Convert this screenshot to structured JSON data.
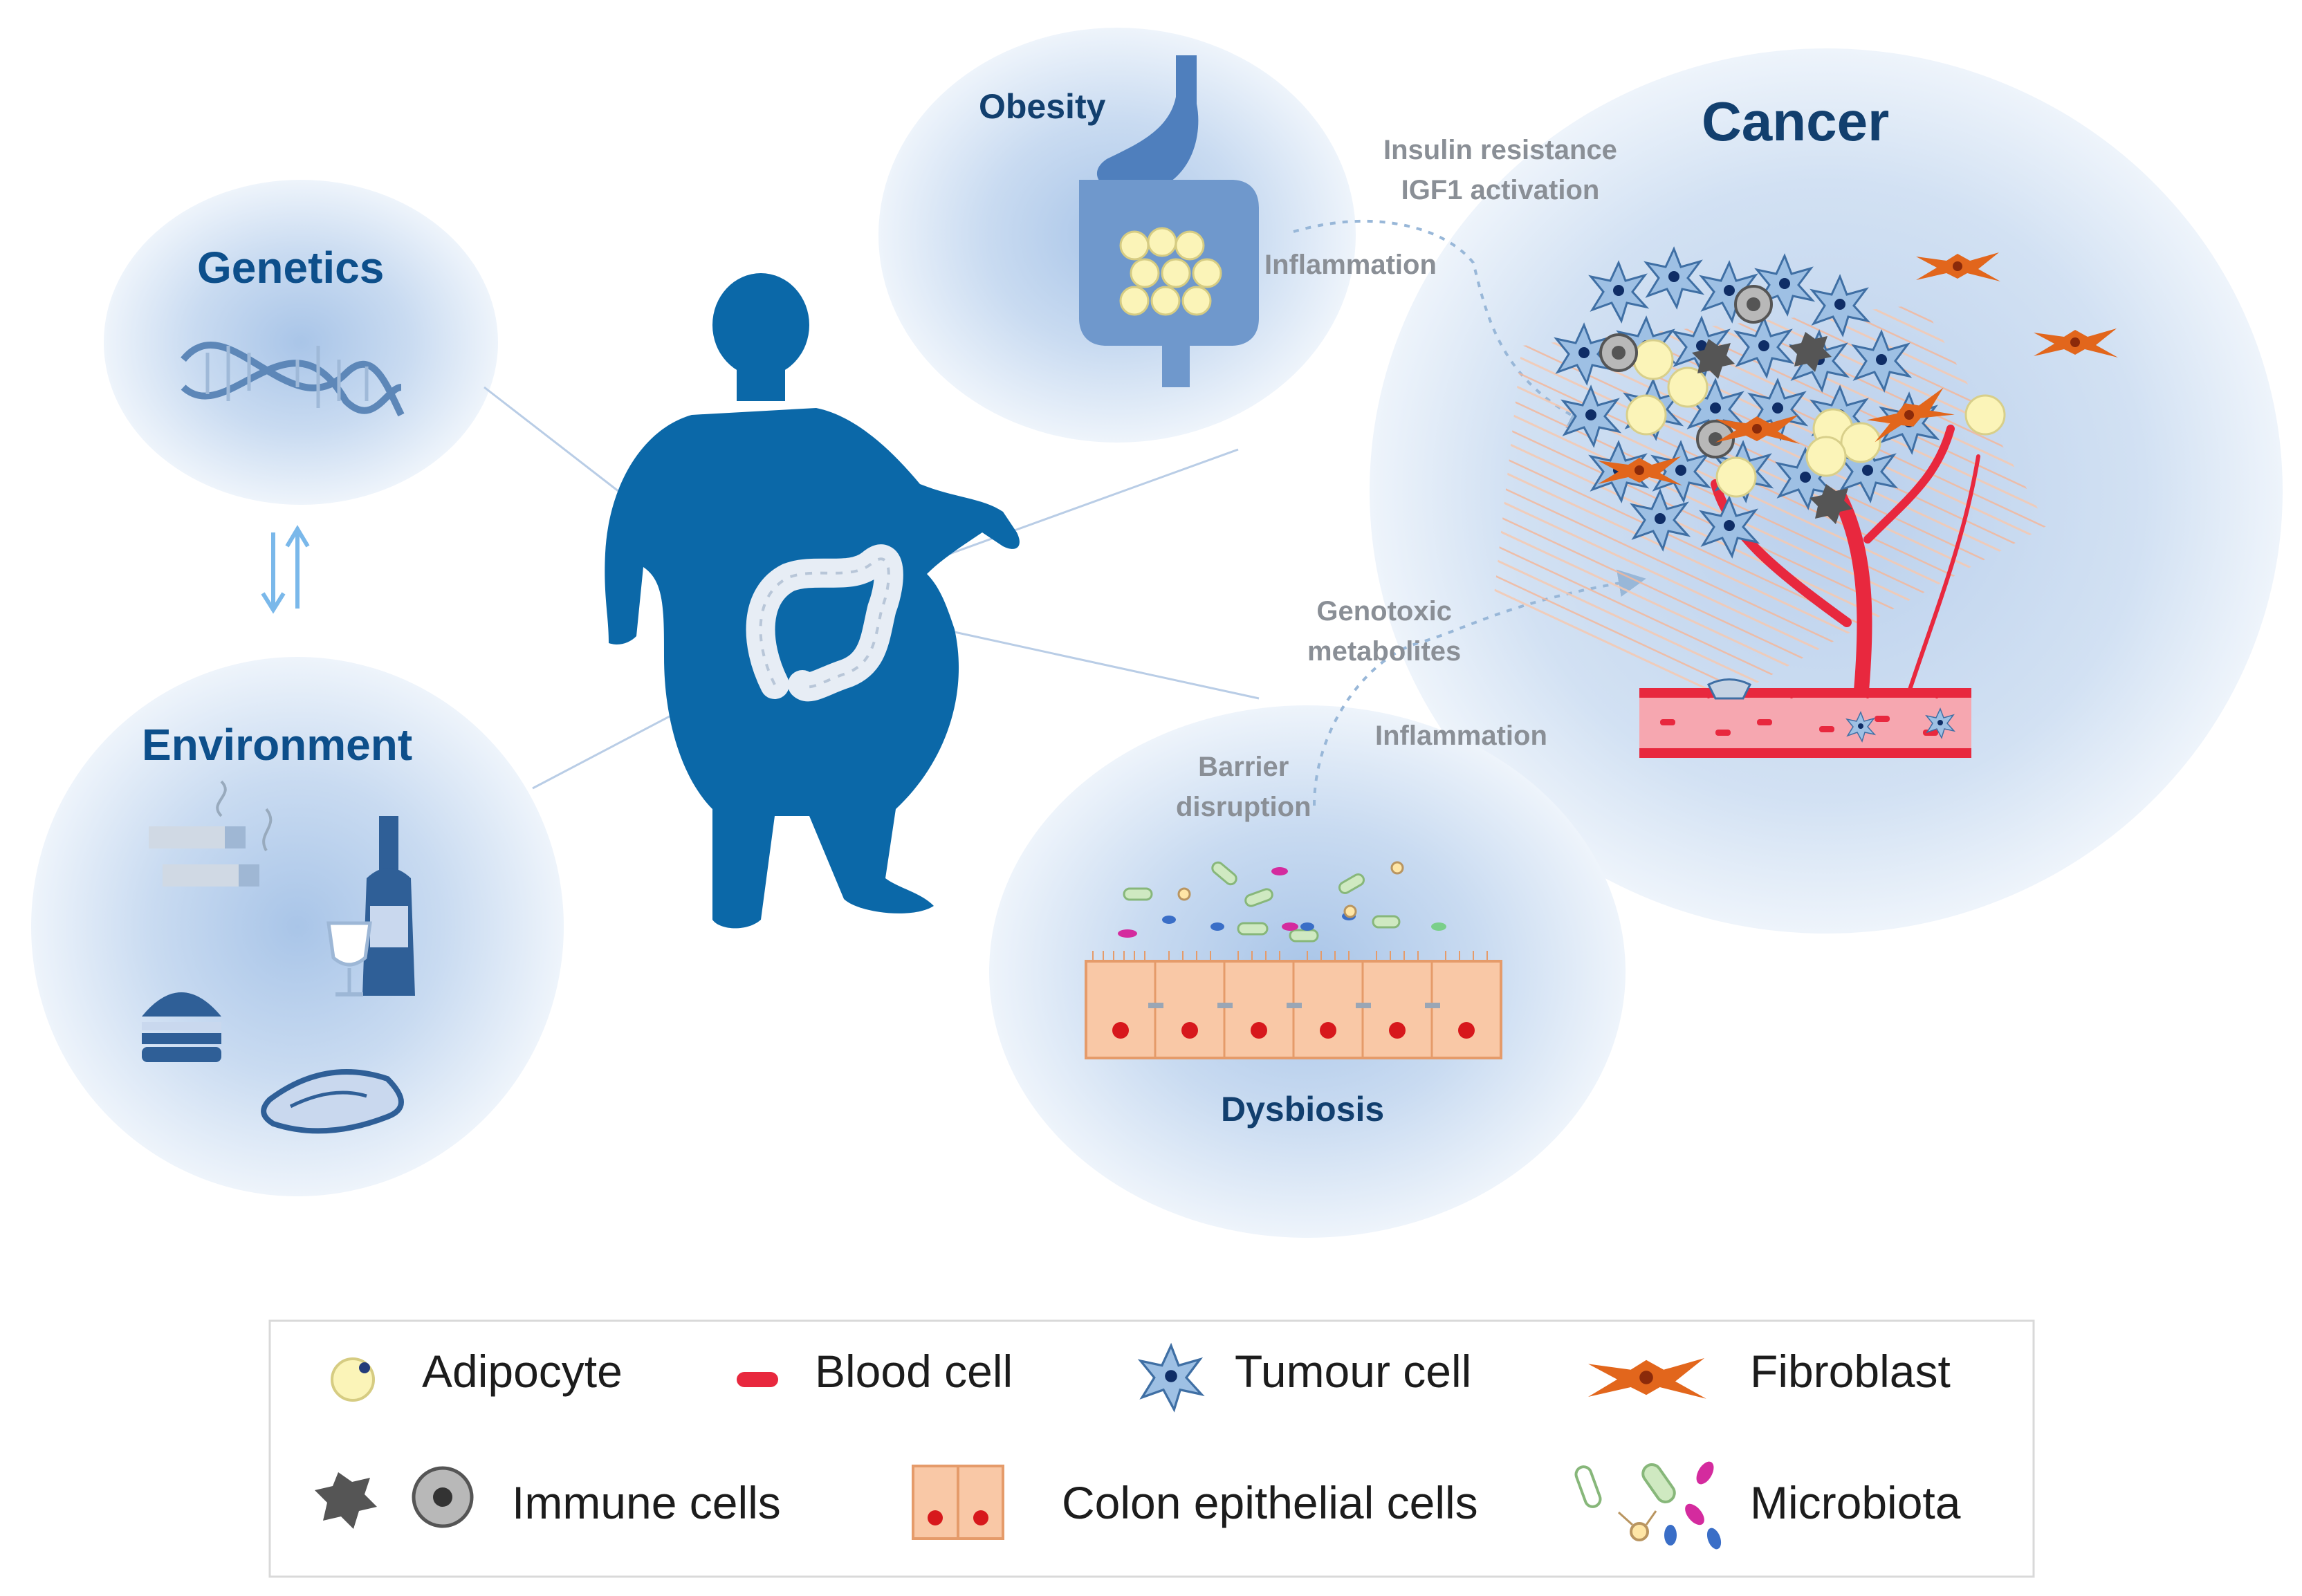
{
  "nodes": {
    "genetics": "Genetics",
    "environment": "Environment",
    "obesity": "Obesity",
    "cancer": "Cancer",
    "dysbiosis": "Dysbiosis"
  },
  "annotations": {
    "insulin_line1": "Insulin resistance",
    "insulin_line2": "IGF1 activation",
    "inflammation_obesity": "Inflammation",
    "genotoxic_line1": "Genotoxic",
    "genotoxic_line2": "metabolites",
    "inflammation_dysbiosis": "Inflammation",
    "barrier_line1": "Barrier",
    "barrier_line2": "disruption"
  },
  "legend": {
    "adipocyte": "Adipocyte",
    "blood_cell": "Blood cell",
    "tumour_cell": "Tumour cell",
    "fibroblast": "Fibroblast",
    "immune_cells": "Immune cells",
    "colon_epithelial": "Colon epithelial cells",
    "microbiota": "Microbiota"
  },
  "colors": {
    "silhouette": "#0b68a8",
    "bubble": "#c6d8ef",
    "label_blue": "#0d4f8b",
    "annotation_grey": "#8a8f96",
    "vessel_red": "#e8283e",
    "fibroblast_orange": "#e2661c",
    "adipocyte_yellow": "#fbf4b8",
    "epithelium": "#f9c8a6"
  }
}
